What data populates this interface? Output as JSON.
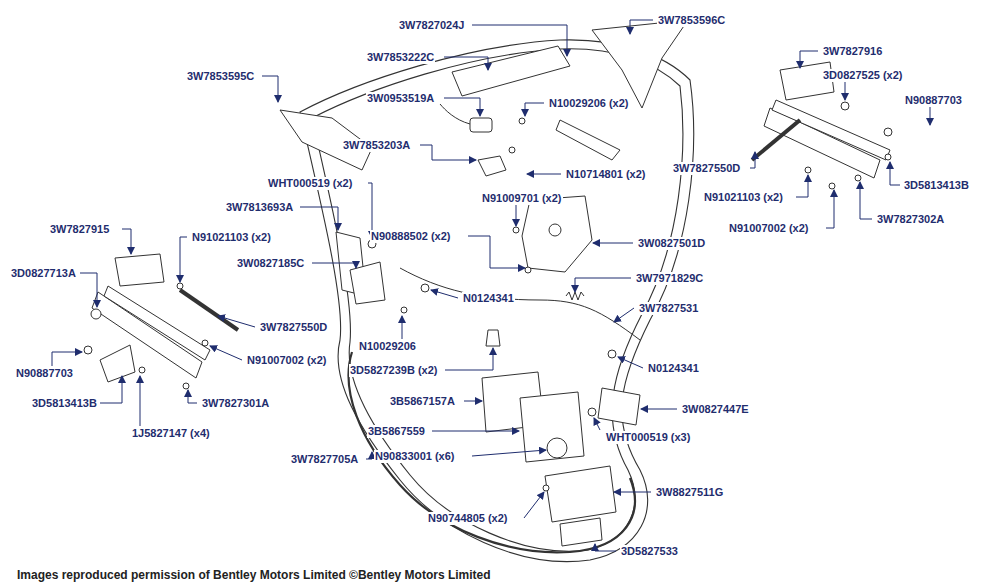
{
  "diagram": {
    "caption": "Images reproduced permission of Bentley Motors Limited ©Bentley Motors Limited",
    "labels": [
      "3W7827024J",
      "3W7853596C",
      "3W7853222C",
      "3W7853595C",
      "3W0953519A",
      "N10029206 (x2)",
      "3W7827916",
      "3D0827525 (x2)",
      "N90887703",
      "3W7853203A",
      "N10714801 (x2)",
      "3W7827550D",
      "3D5813413B",
      "N91021103 (x2)",
      "WHT000519 (x2)",
      "N91009701 (x2)",
      "3W7813693A",
      "3W7827302A",
      "N91007002 (x2)",
      "3W7827915",
      "N91021103 (x2)",
      "N90888502 (x2)",
      "3W0827501D",
      "3D0827713A",
      "3W0827185C",
      "3W7971829C",
      "3W7827531",
      "N0124341",
      "3W7827550D",
      "N10029206",
      "N91007002 (x2)",
      "N90887703",
      "3D5827239B (x2)",
      "N0124341",
      "3D5813413B",
      "3W7827301A",
      "3B5867157A",
      "3W0827447E",
      "1J5827147 (x4)",
      "3B5867559",
      "WHT000519 (x3)",
      "N90833001 (x6)",
      "3W7827705A",
      "N90744805 (x2)",
      "3W8827511G",
      "3D5827533"
    ]
  }
}
